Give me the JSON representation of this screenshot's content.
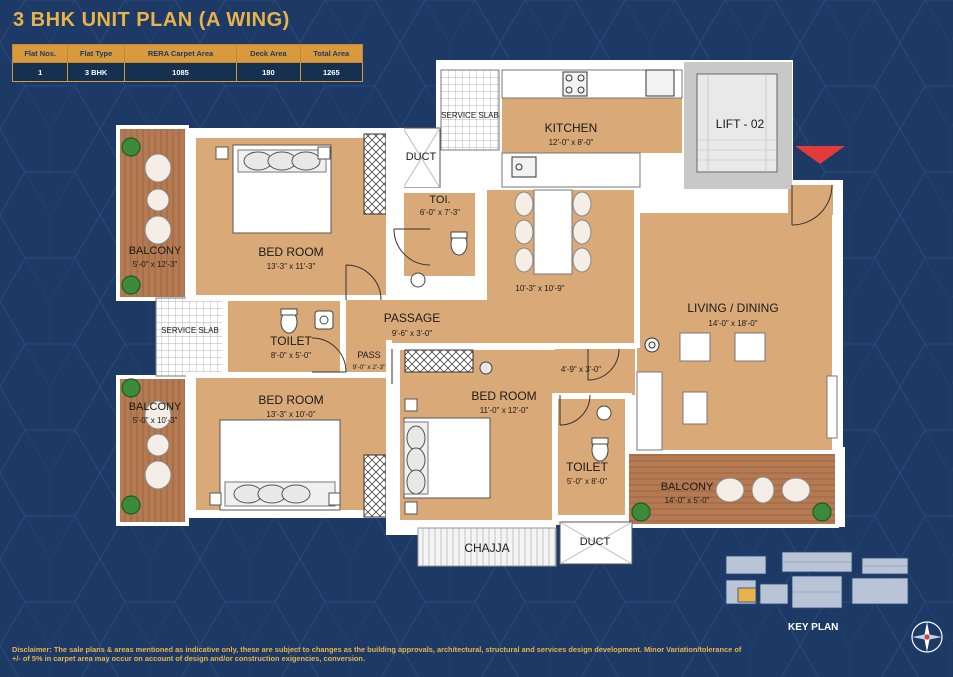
{
  "title": "3 BHK  UNIT PLAN (A WING)",
  "spec_table": {
    "headers": [
      "Flat Nos.",
      "Flat Type",
      "RERA Carpet Area",
      "Deck Area",
      "Total Area"
    ],
    "row": [
      "1",
      "3 BHK",
      "1085",
      "180",
      "1265"
    ]
  },
  "rooms": {
    "kitchen": {
      "name": "KITCHEN",
      "dim": "12'-0\" x 8'-0\""
    },
    "service_slab_top": {
      "name": "SERVICE SLAB"
    },
    "duct_top": {
      "name": "DUCT"
    },
    "toi": {
      "name": "TOI.",
      "dim": "6'-0\" x 7'-3\""
    },
    "lift": {
      "name": "LIFT - 02"
    },
    "balcony_top_left": {
      "name": "BALCONY",
      "dim": "5'-0\" x 12'-3\""
    },
    "bed_room_1": {
      "name": "BED ROOM",
      "dim": "13'-3\" x 11'-3\""
    },
    "dining_area": {
      "dim": "10'-3\" x 10'-9\""
    },
    "living_dining": {
      "name": "LIVING / DINING",
      "dim": "14'-0\" x 18'-0\""
    },
    "passage": {
      "name": "PASSAGE",
      "dim": "9'-6\" x 3'-0\""
    },
    "service_slab_left": {
      "name": "SERVICE SLAB"
    },
    "toilet_1": {
      "name": "TOILET",
      "dim": "8'-0\" x 5'-0\""
    },
    "pass": {
      "name": "PASS",
      "dim": "9'-0\" x 2'-3\""
    },
    "foyer": {
      "dim": "4'-9\" x 3'-0\""
    },
    "balcony_bottom_left": {
      "name": "BALCONY",
      "dim": "5'-0\" x 10'-3\""
    },
    "bed_room_2": {
      "name": "BED ROOM",
      "dim": "13'-3\" x 10'-0\""
    },
    "bed_room_3": {
      "name": "BED ROOM",
      "dim": "11'-0\" x 12'-0\""
    },
    "toilet_2": {
      "name": "TOILET",
      "dim": "5'-0\" x 8'-0\""
    },
    "balcony_right": {
      "name": "BALCONY",
      "dim": "14'-0\" x 5'-0\""
    },
    "chajja": {
      "name": "CHAJJA"
    },
    "duct_bottom": {
      "name": "DUCT"
    }
  },
  "key_plan_label": "KEY PLAN",
  "disclaimer": "Disclaimer: The sale plans & areas mentioned as indicative only, these are subject to changes as the building approvals, architectural, structural and services design development. Minor Variation/tolerance of +/- of 5% in carpet area may occur on account of design and/or construction exigencies, conversion.",
  "colors": {
    "background": "#1d3a66",
    "accent": "#e9b24a",
    "floor": "#d9aa78",
    "balcony_deck": "#b47a52",
    "wall": "#ffffff",
    "entrance_marker": "#e13b3b"
  }
}
